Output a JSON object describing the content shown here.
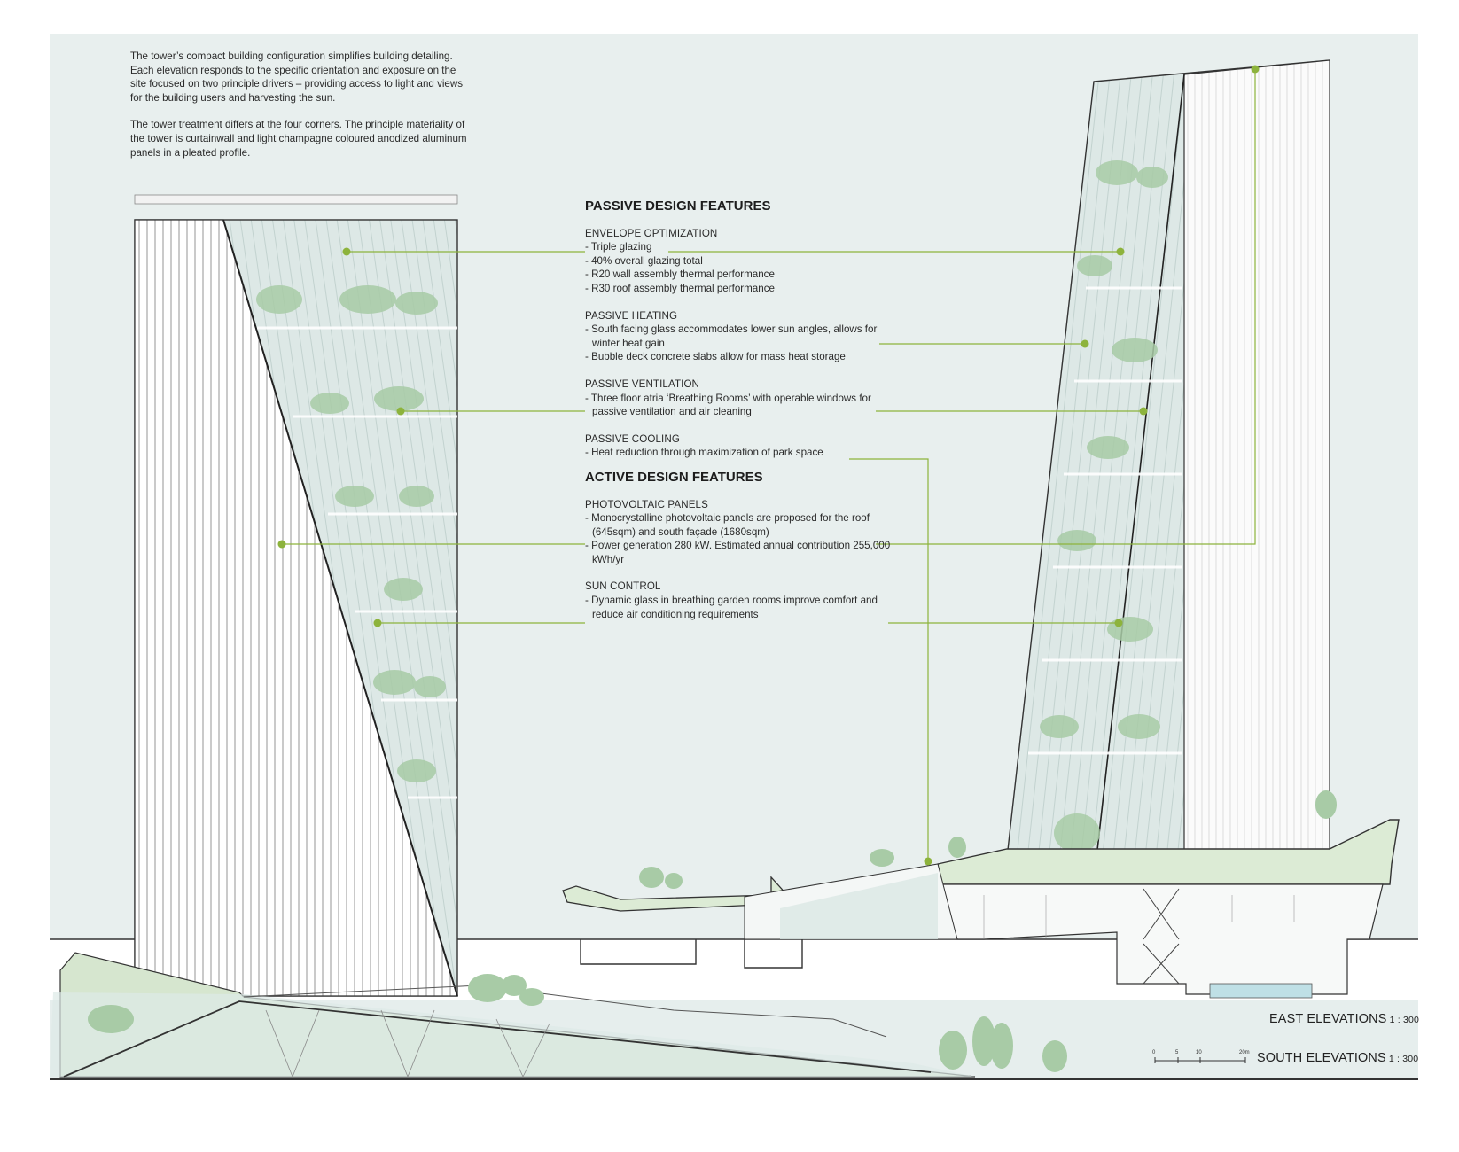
{
  "intro": {
    "paragraph_1": "The tower’s compact building configuration simplifies building detailing.  Each elevation responds to the specific orientation and exposure on the site focused on two principle drivers – providing access to light and views for the building users and harvesting the sun.",
    "paragraph_2": "The tower treatment differs at the four corners.  The principle materiality of the tower is curtainwall and light champagne coloured anodized aluminum panels in a pleated profile."
  },
  "passive": {
    "heading": "PASSIVE DESIGN FEATURES",
    "groups": [
      {
        "title": "ENVELOPE OPTIMIZATION",
        "items": [
          "Triple glazing",
          "40% overall glazing total",
          "R20 wall assembly thermal performance",
          "R30 roof assembly thermal performance"
        ]
      },
      {
        "title": "PASSIVE HEATING",
        "items": [
          "South facing glass accommodates lower sun angles,  allows for winter heat gain",
          "Bubble deck concrete slabs allow for mass heat storage"
        ]
      },
      {
        "title": "PASSIVE VENTILATION",
        "items": [
          "Three floor atria ‘Breathing Rooms’ with operable windows for passive ventilation and air cleaning"
        ]
      },
      {
        "title": "PASSIVE COOLING",
        "items": [
          "Heat reduction through maximization of park space"
        ]
      }
    ]
  },
  "active": {
    "heading": "ACTIVE DESIGN FEATURES",
    "groups": [
      {
        "title": "PHOTOVOLTAIC PANELS",
        "items": [
          "Monocrystalline photovoltaic panels are proposed for the roof (645sqm) and south façade (1680sqm)",
          "Power generation 280 kW.  Estimated annual contribution 255,000 kWh/yr"
        ]
      },
      {
        "title": "SUN CONTROL",
        "items": [
          "Dynamic glass in breathing garden rooms improve comfort and reduce air conditioning requirements"
        ]
      }
    ]
  },
  "labels": {
    "east": {
      "text": "EAST ELEVATIONS",
      "scale": "1 : 300"
    },
    "south": {
      "text": "SOUTH ELEVATIONS",
      "scale": "1 : 300"
    }
  },
  "scalebar": {
    "ticks": [
      "0",
      "5",
      "10",
      "20m"
    ]
  },
  "colors": {
    "sky": "#e8efee",
    "accent_green": "#8db33c",
    "glass": "#dfe9e7",
    "tree": "#9cc79a",
    "roof_green": "#cfe2c6",
    "line": "#333333"
  }
}
